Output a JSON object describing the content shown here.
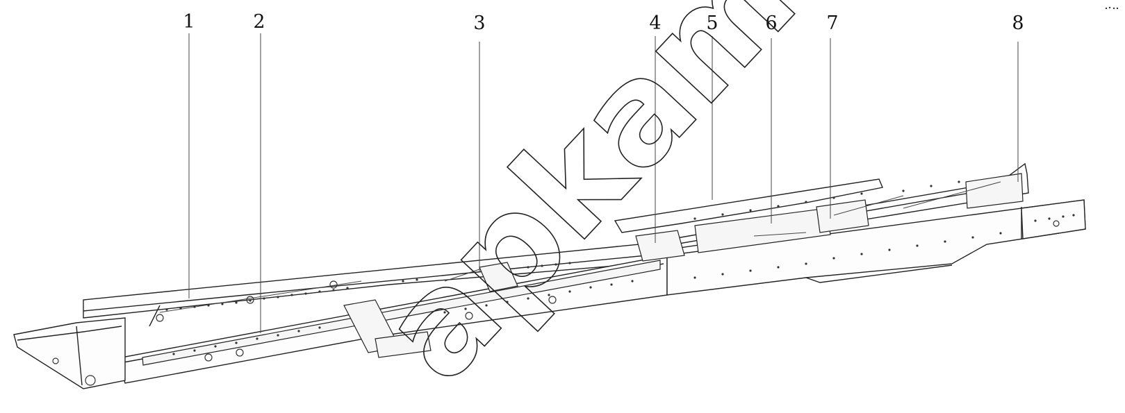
{
  "figure": {
    "callouts": [
      "1",
      "2",
      "3",
      "4",
      "5",
      "6",
      "7",
      "8"
    ],
    "watermark": "apkam.ru"
  }
}
